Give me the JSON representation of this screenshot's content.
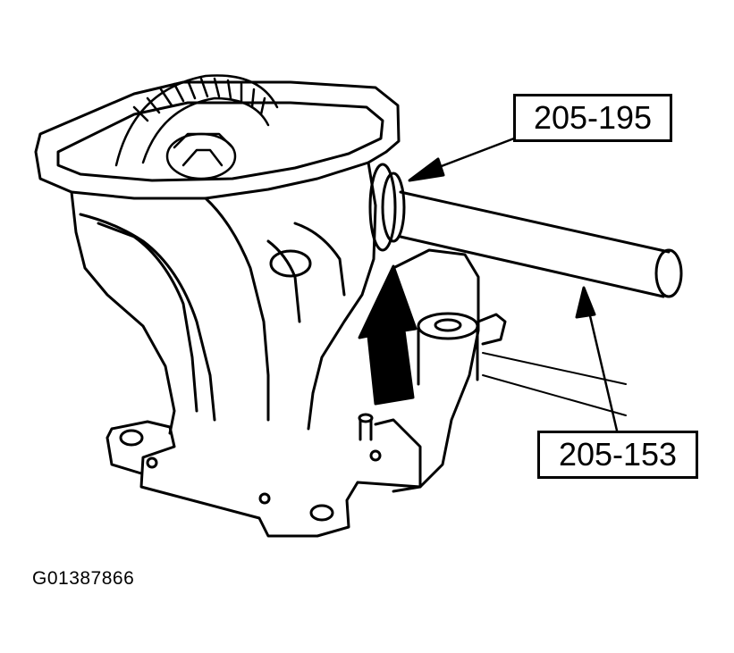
{
  "callouts": {
    "tool_205_195": "205-195",
    "tool_205_153": "205-153"
  },
  "figure_id": "G01387866",
  "colors": {
    "line": "#000000",
    "background": "#ffffff"
  }
}
